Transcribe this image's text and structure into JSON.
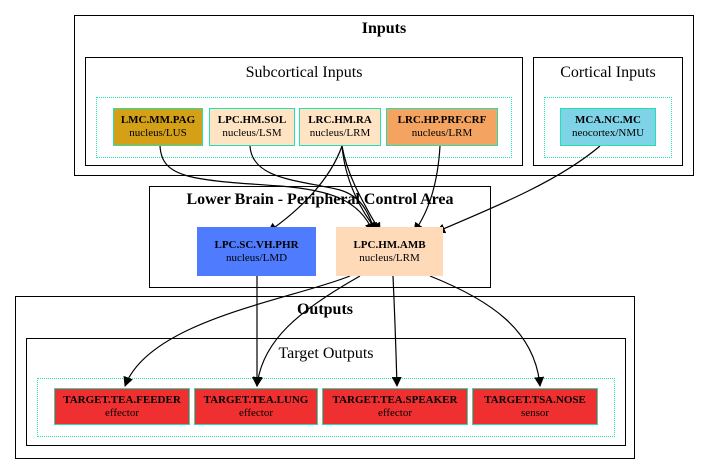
{
  "clusters": {
    "inputs": "Inputs",
    "subcortical": "Subcortical Inputs",
    "cortical": "Cortical Inputs",
    "lower_brain": "Lower Brain - Peripheral Control Area",
    "outputs": "Outputs",
    "target_outputs": "Target Outputs"
  },
  "nodes": {
    "lmc": {
      "title": "LMC.MM.PAG",
      "sub": "nucleus/LUS",
      "color": "#d4a017"
    },
    "lpc_sol": {
      "title": "LPC.HM.SOL",
      "sub": "nucleus/LSM",
      "color": "#ffe4c4"
    },
    "lrc_ra": {
      "title": "LRC.HM.RA",
      "sub": "nucleus/LRM",
      "color": "#ffe4c4"
    },
    "lrc_crf": {
      "title": "LRC.HP.PRF.CRF",
      "sub": "nucleus/LRM",
      "color": "#f4a460"
    },
    "mca": {
      "title": "MCA.NC.MC",
      "sub": "neocortex/NMU",
      "color": "#7fd3e6"
    },
    "lpc_sc": {
      "title": "LPC.SC.VH.PHR",
      "sub": "nucleus/LMD",
      "color": "#4f7cff"
    },
    "lpc_amb": {
      "title": "LPC.HM.AMB",
      "sub": "nucleus/LRM",
      "color": "#ffdab9"
    },
    "feeder": {
      "title": "TARGET.TEA.FEEDER",
      "sub": "effector",
      "color": "#f03030"
    },
    "lung": {
      "title": "TARGET.TEA.LUNG",
      "sub": "effector",
      "color": "#f03030"
    },
    "speaker": {
      "title": "TARGET.TEA.SPEAKER",
      "sub": "effector",
      "color": "#f03030"
    },
    "nose": {
      "title": "TARGET.TSA.NOSE",
      "sub": "sensor",
      "color": "#f03030"
    }
  }
}
